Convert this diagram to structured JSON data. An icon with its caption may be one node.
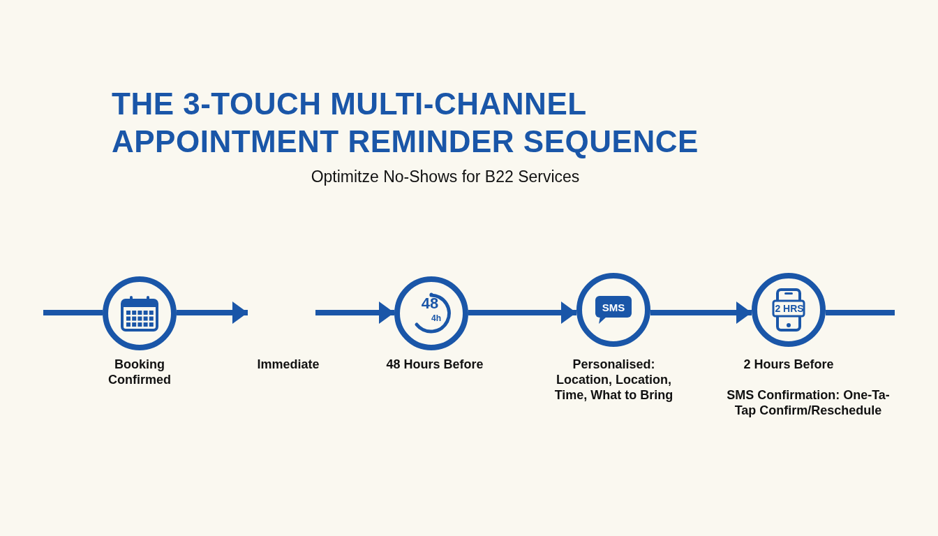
{
  "diagram": {
    "title": "THE 3-TOUCH MULTI-CHANNEL APPOINTMENT REMINDER SEQUENCE",
    "nodes": [
      {
        "text": [
          "Booking Confirmed"
        ]
      },
      {
        "text": [
          "Immediate"
        ]
      },
      {
        "text": [
          "48",
          "4h",
          "48 Hours Before"
        ]
      },
      {
        "text": [
          "SMS",
          "Personalised: Location, Location, Time, What to Bring"
        ]
      },
      {
        "text": [
          "2 HRS",
          "2 Hours Before",
          "SMS Confirmation: One-Ta- Tap Confirm/Reschedule"
        ]
      }
    ],
    "edges": [
      {
        "from": null,
        "to": 0,
        "arrow": "none"
      },
      {
        "from": 0,
        "to": null,
        "arrow": "to"
      },
      {
        "from": null,
        "to": 2,
        "arrow": "to"
      },
      {
        "from": 2,
        "to": 3,
        "arrow": "to"
      },
      {
        "from": 3,
        "to": 4,
        "arrow": "to"
      },
      {
        "from": 4,
        "to": null,
        "arrow": "none"
      }
    ],
    "labels": [
      "Optimitze No-Shows for B22 Services"
    ]
  }
}
